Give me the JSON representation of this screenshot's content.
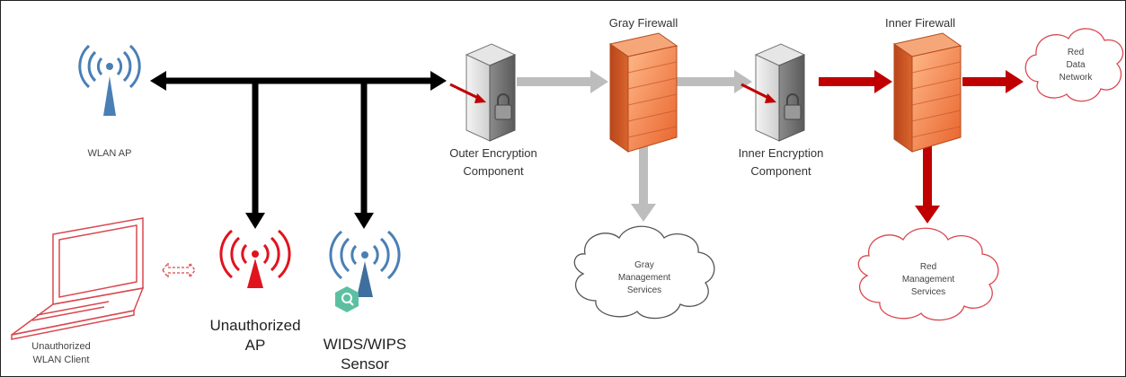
{
  "labels": {
    "wlan_ap": "WLAN AP",
    "unauthorized_client_line1": "Unauthorized",
    "unauthorized_client_line2": "WLAN Client",
    "unauthorized_ap_line1": "Unauthorized",
    "unauthorized_ap_line2": "AP",
    "wids_line1": "WIDS/WIPS",
    "wids_line2": "Sensor",
    "outer_enc_line1": "Outer Encryption",
    "outer_enc_line2": "Component",
    "gray_firewall": "Gray Firewall",
    "inner_enc_line1": "Inner Encryption",
    "inner_enc_line2": "Component",
    "inner_firewall": "Inner Firewall",
    "red_data_line1": "Red",
    "red_data_line2": "Data",
    "red_data_line3": "Network",
    "gray_mgmt_line1": "Gray",
    "gray_mgmt_line2": "Management",
    "gray_mgmt_line3": "Services",
    "red_mgmt_line1": "Red",
    "red_mgmt_line2": "Management",
    "red_mgmt_line3": "Services"
  },
  "colors": {
    "black_link": "#000000",
    "gray_link": "#bdbdbd",
    "red_link": "#c00000",
    "wifi_blue": "#4a7fb5",
    "wifi_red": "#e0141e",
    "firewall_orange": "#f08a4b",
    "red_outline": "#d9484f"
  }
}
